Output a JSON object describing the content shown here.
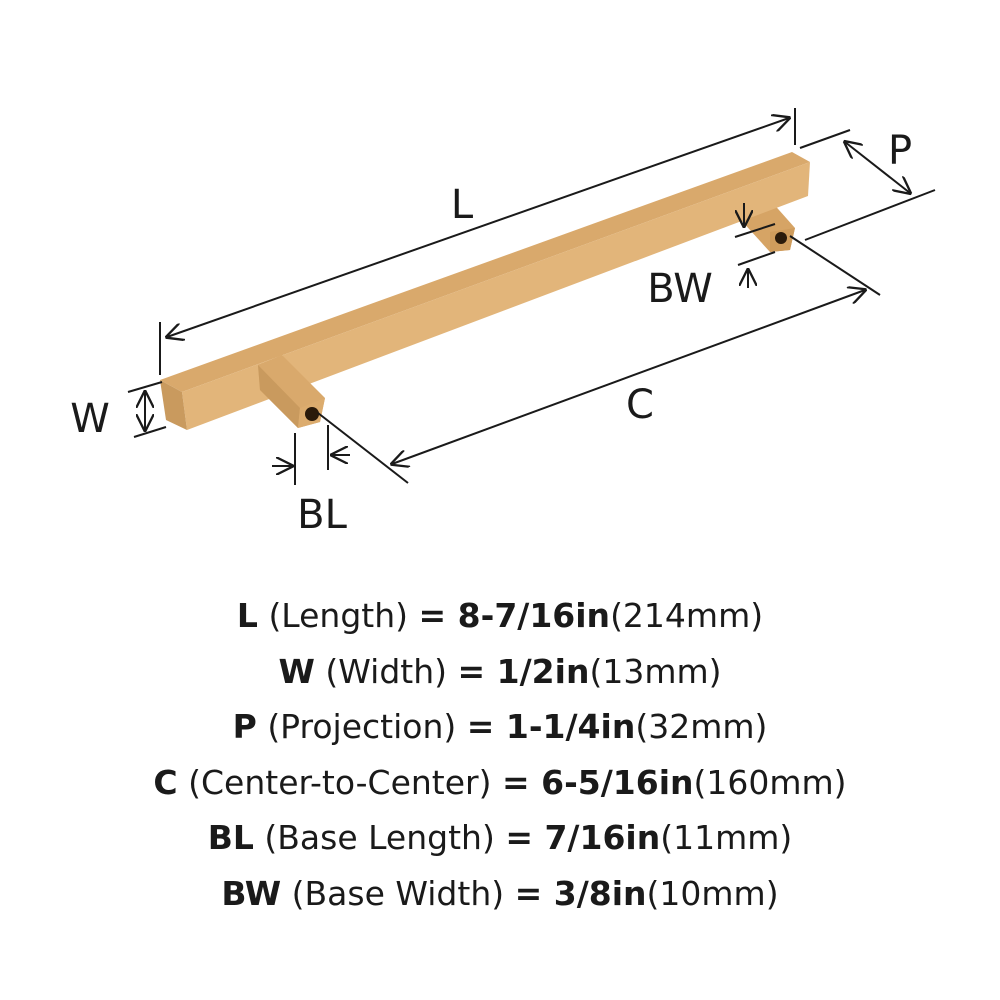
{
  "diagram": {
    "labels": {
      "L": "L",
      "W": "W",
      "P": "P",
      "C": "C",
      "BL": "BL",
      "BW": "BW"
    },
    "colors": {
      "finish_top": "#d9a96c",
      "finish_front": "#e2b57a",
      "finish_end": "#c99a5e",
      "line": "#1a1a1a"
    }
  },
  "specs": [
    {
      "code": "L",
      "name": "(Length)",
      "value": "= 8-7/16in",
      "metric": "(214mm)"
    },
    {
      "code": "W",
      "name": "(Width)",
      "value": "= 1/2in",
      "metric": "(13mm)"
    },
    {
      "code": "P",
      "name": "(Projection)",
      "value": "= 1-1/4in",
      "metric": "(32mm)"
    },
    {
      "code": "C",
      "name": "(Center-to-Center)",
      "value": "= 6-5/16in",
      "metric": "(160mm)"
    },
    {
      "code": "BL",
      "name": "(Base Length)",
      "value": "= 7/16in",
      "metric": "(11mm)"
    },
    {
      "code": "BW",
      "name": "(Base Width)",
      "value": "= 3/8in",
      "metric": "(10mm)"
    }
  ]
}
